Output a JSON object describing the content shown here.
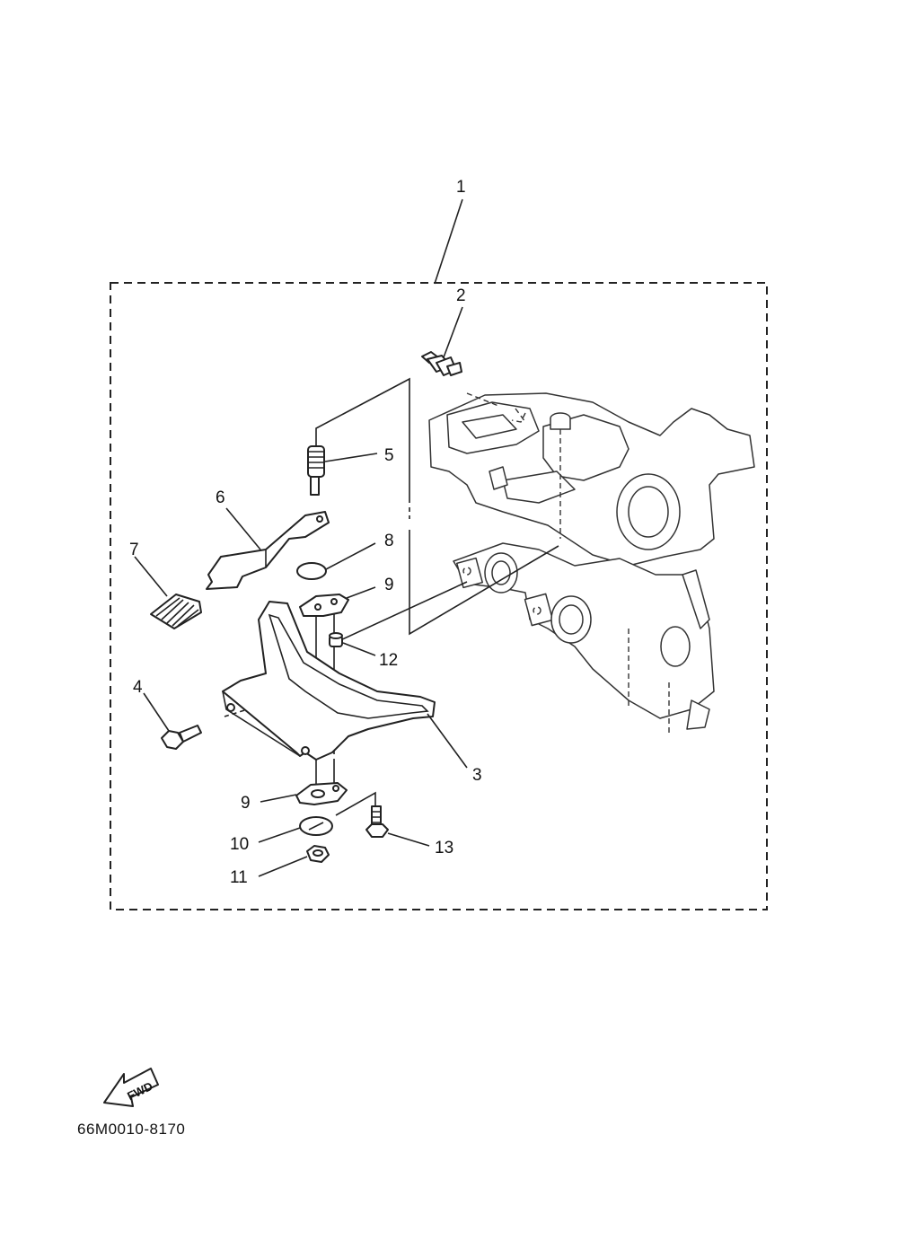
{
  "diagram_code": "66M0010-8170",
  "fwd_label": "FWD",
  "callouts": [
    {
      "id": "c1",
      "text": "1"
    },
    {
      "id": "c2",
      "text": "2"
    },
    {
      "id": "c3",
      "text": "3"
    },
    {
      "id": "c4",
      "text": "4"
    },
    {
      "id": "c5",
      "text": "5"
    },
    {
      "id": "c6",
      "text": "6"
    },
    {
      "id": "c7",
      "text": "7"
    },
    {
      "id": "c8",
      "text": "8"
    },
    {
      "id": "c9a",
      "text": "9"
    },
    {
      "id": "c9b",
      "text": "9"
    },
    {
      "id": "c10",
      "text": "10"
    },
    {
      "id": "c11",
      "text": "11"
    },
    {
      "id": "c12",
      "text": "12"
    },
    {
      "id": "c13",
      "text": "13"
    }
  ]
}
